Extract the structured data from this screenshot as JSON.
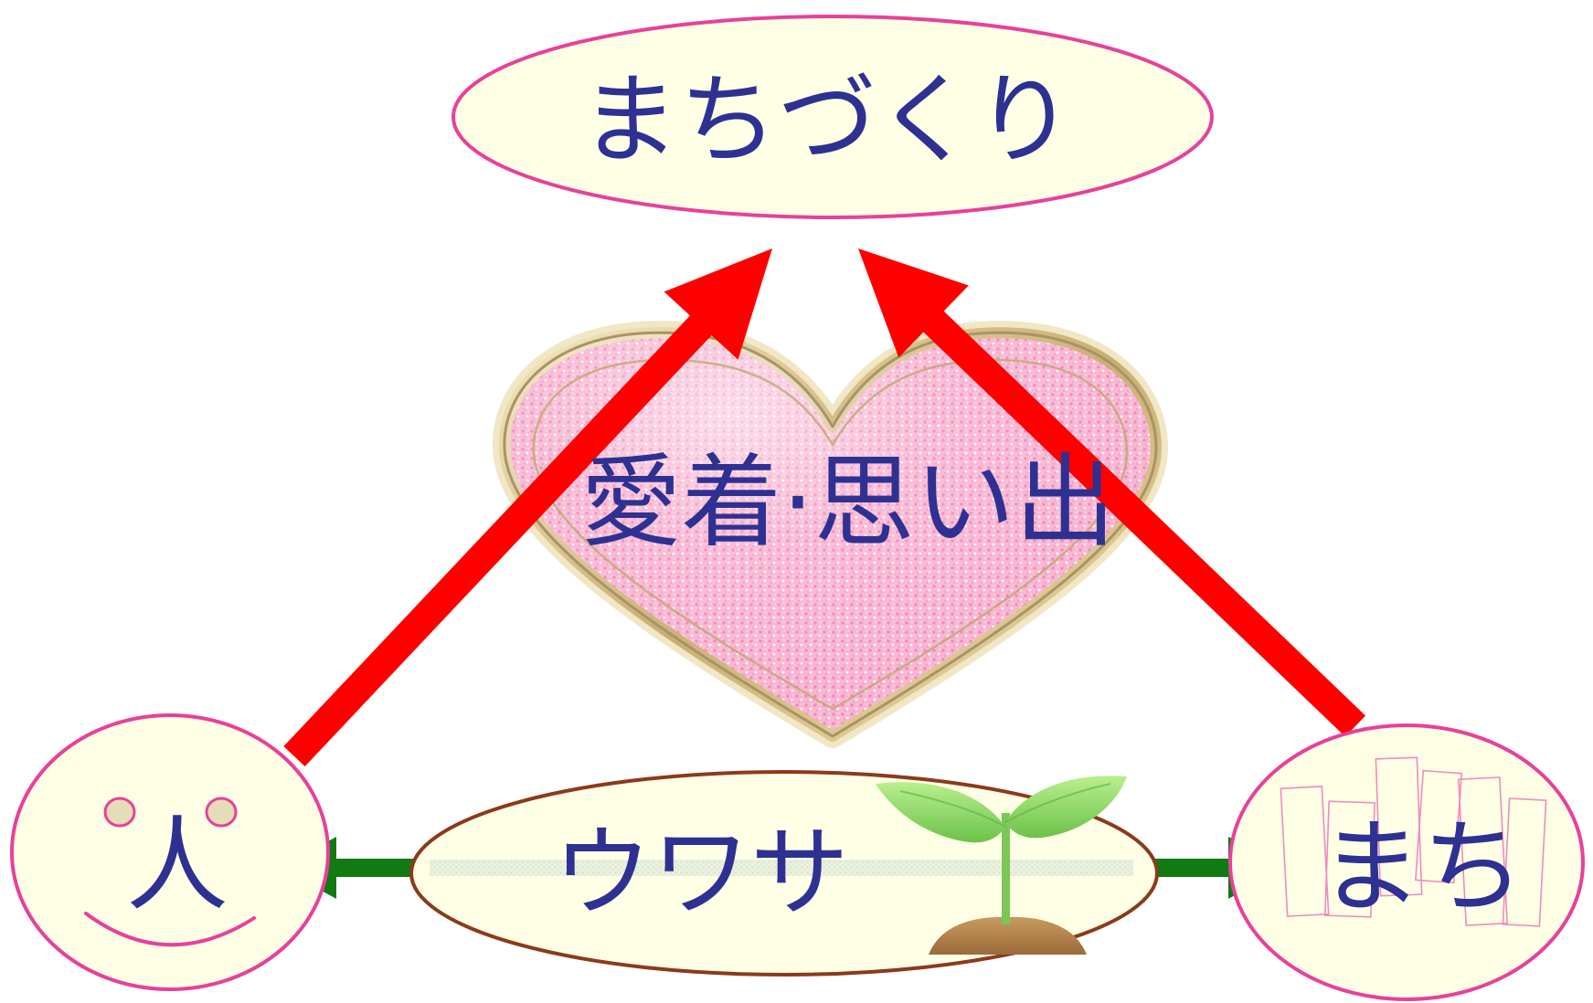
{
  "diagram": {
    "top_node": "まちづくり",
    "center_label": "愛着·思い出",
    "left_node": "人",
    "right_node": "まち",
    "bottom_label": "ウワサ"
  },
  "colors": {
    "text": "#2E3192",
    "node_fill": "#FFFFE6",
    "node_stroke": "#E8409A",
    "bottom_node_stroke": "#8B3A1A",
    "influence_arrows": "#FF0000",
    "rumor_arrows": "#127A12",
    "heart_fill": "#F7B6D2",
    "heart_border": "#D9C27A"
  },
  "icons": {
    "center": "heart-icon",
    "left_node": "smiley-face-icon",
    "right_node": "buildings-icon",
    "bottom_node": "sprout-icon"
  }
}
